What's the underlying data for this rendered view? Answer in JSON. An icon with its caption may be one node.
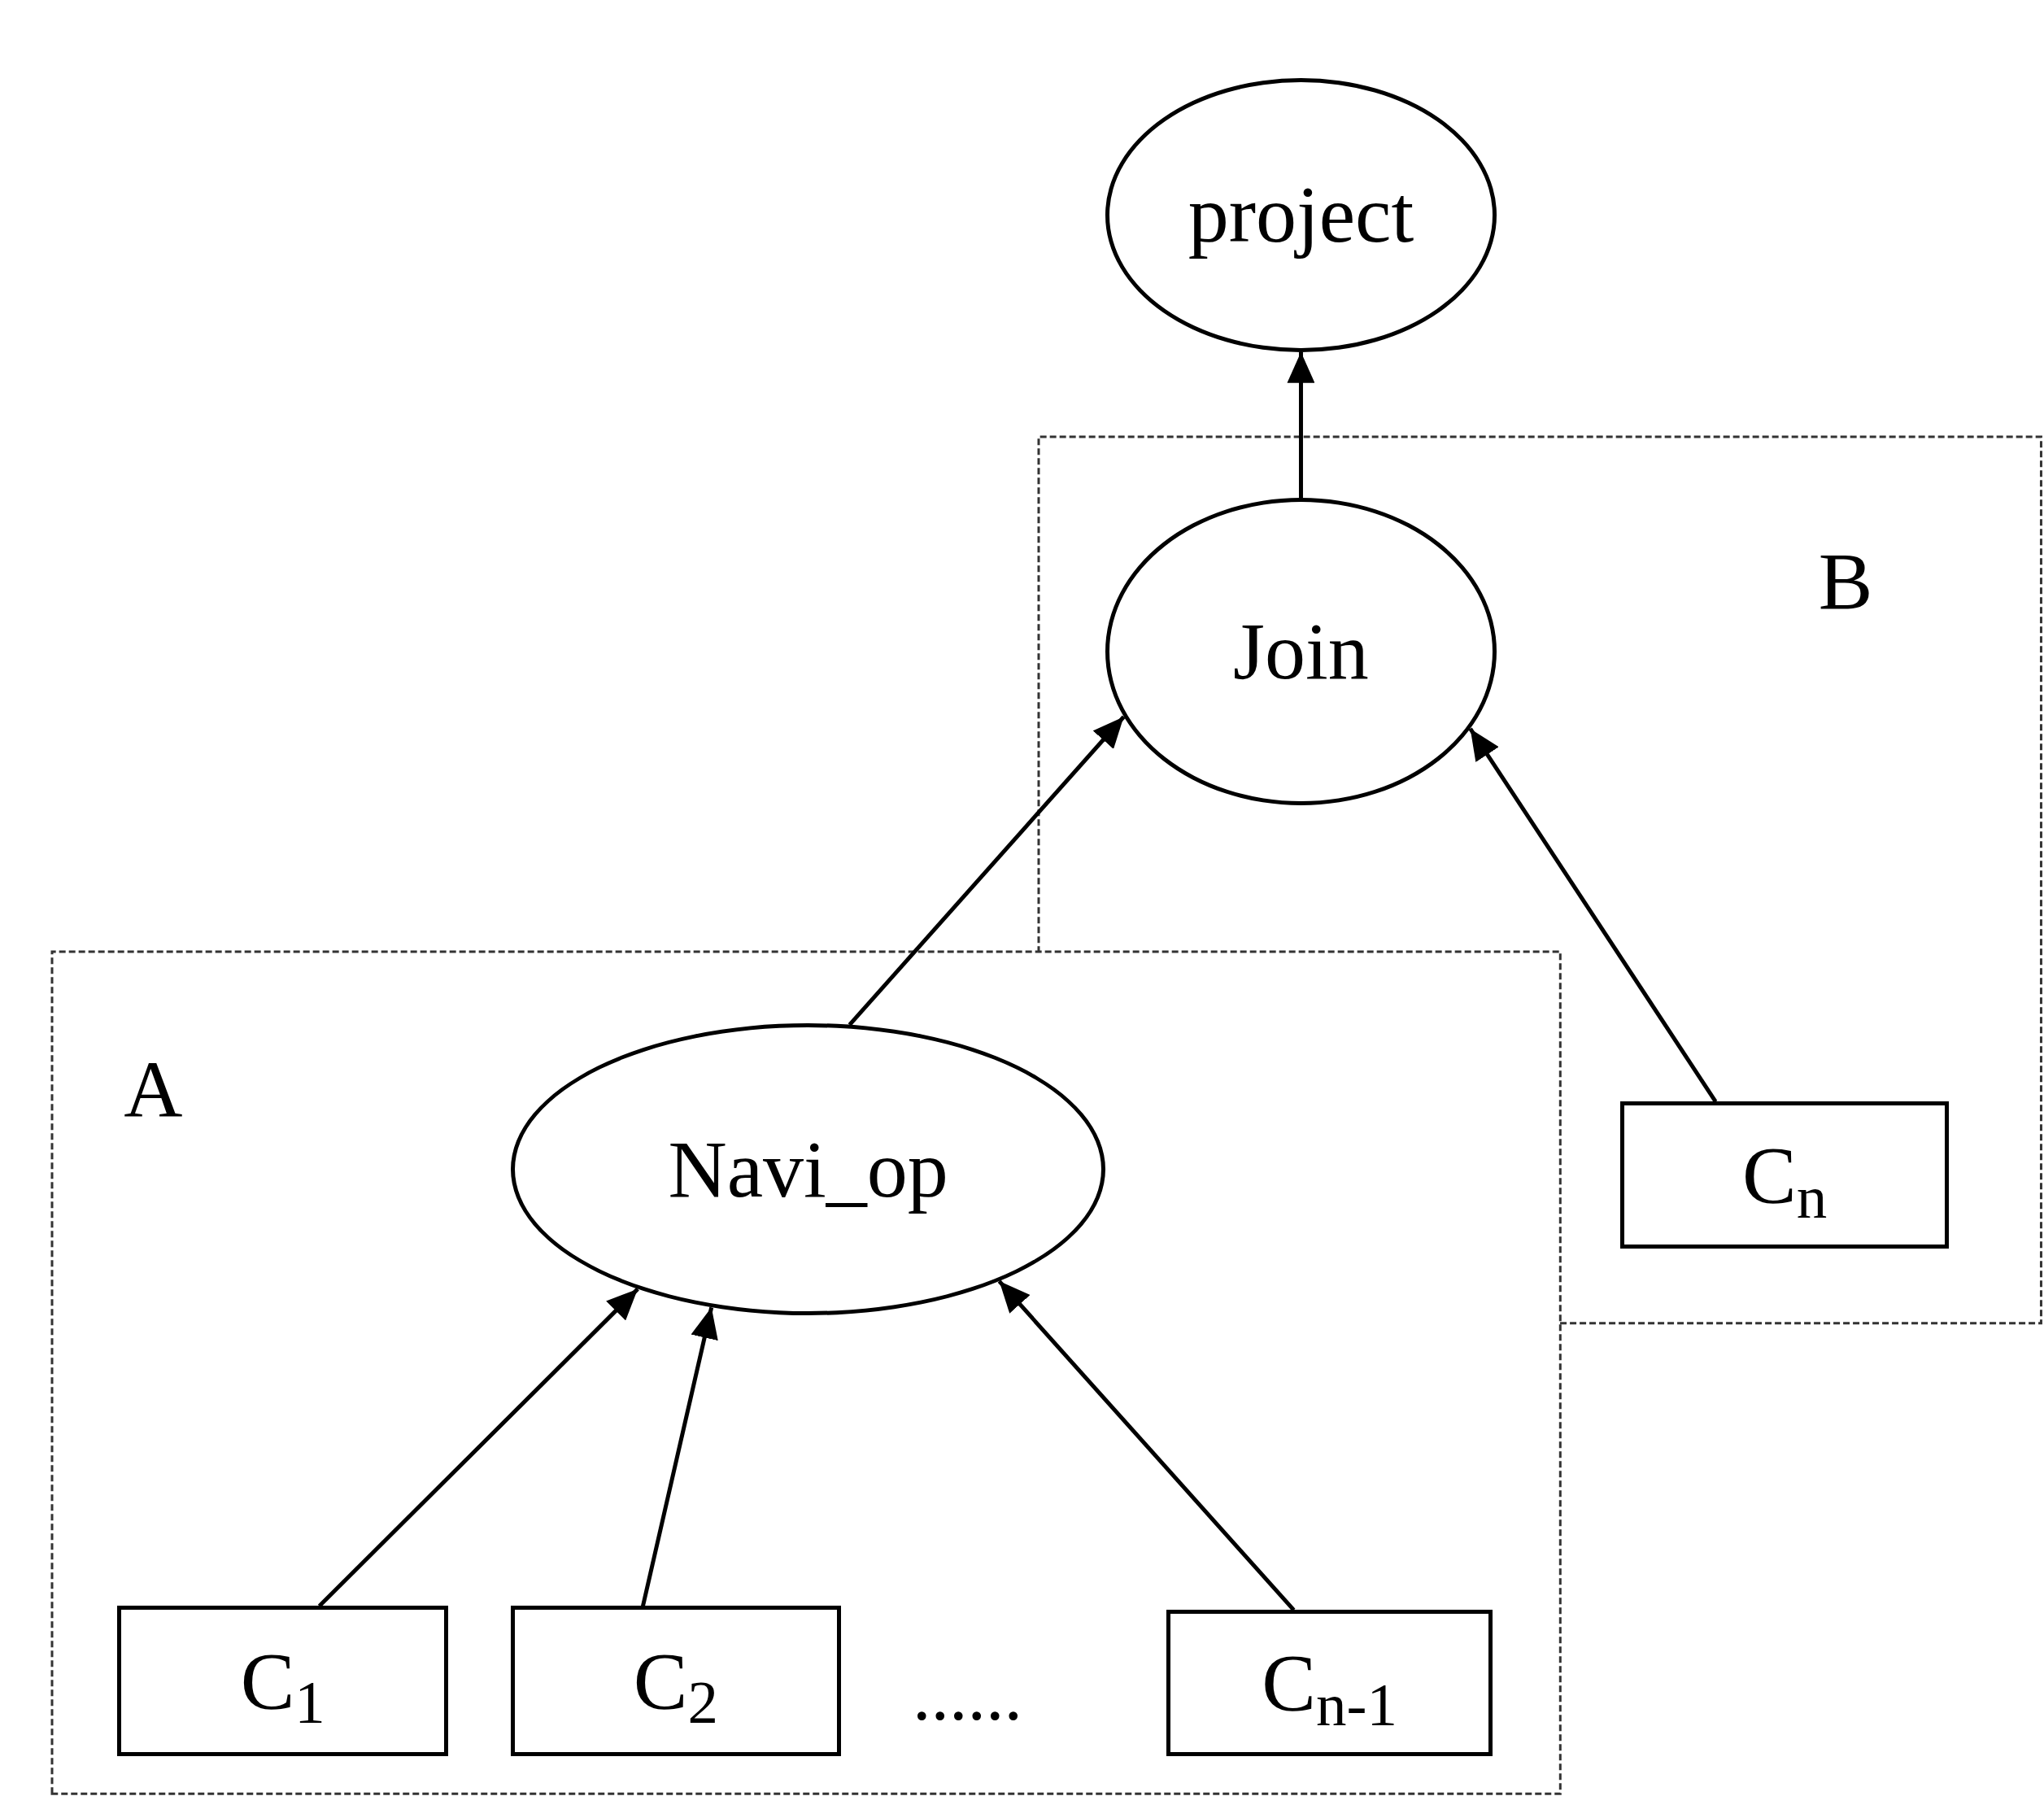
{
  "diagram": {
    "nodes": [
      {
        "text": [
          "project"
        ]
      },
      {
        "text": [
          "B"
        ]
      },
      {
        "text": [
          "Join"
        ],
        "in": 1
      },
      {
        "text": [
          "C$_{n}$"
        ],
        "in": 1
      },
      {
        "text": [
          "A"
        ]
      },
      {
        "text": [
          "Navi_op"
        ],
        "in": 4
      },
      {
        "text": [
          "C$_{1}$"
        ],
        "in": 4
      },
      {
        "text": [
          "C$_{2}$"
        ],
        "in": 4
      },
      {
        "text": [
          "C$_{n-1}$"
        ],
        "in": 4
      }
    ],
    "edges": [
      {
        "from": 2,
        "to": 0,
        "arrow": "to"
      },
      {
        "from": 5,
        "to": 2,
        "arrow": "to"
      },
      {
        "from": 3,
        "to": 2,
        "arrow": "to"
      },
      {
        "from": 6,
        "to": 5,
        "arrow": "to"
      },
      {
        "from": 7,
        "to": 5,
        "arrow": "to"
      },
      {
        "from": 8,
        "to": 5,
        "arrow": "to"
      }
    ],
    "labels": [
      "......"
    ]
  }
}
